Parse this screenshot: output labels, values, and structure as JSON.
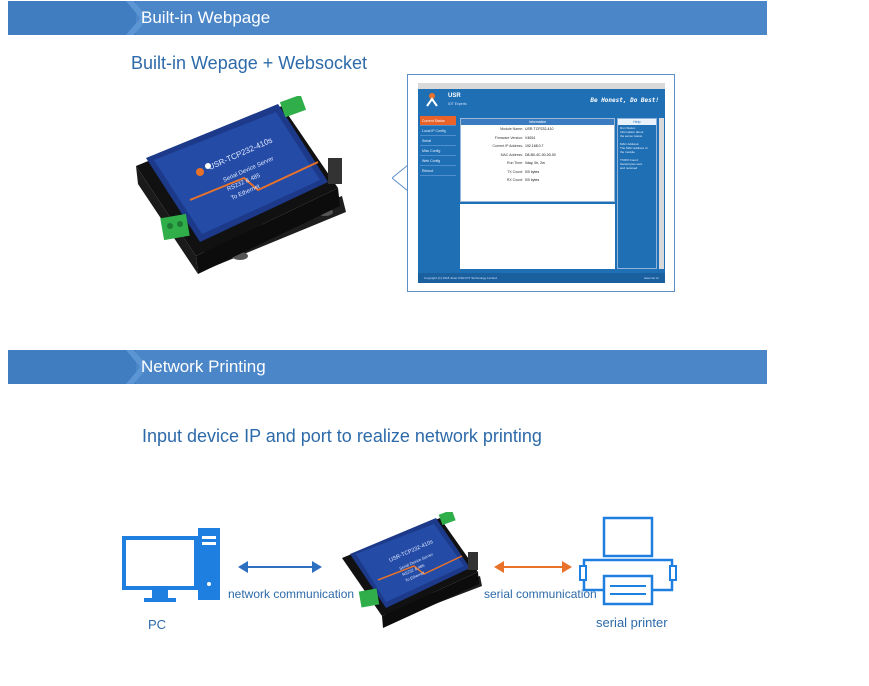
{
  "section1": {
    "banner": "Built-in  Webpage",
    "subtitle": "Built-in Wepage + Websocket",
    "device": {
      "model": "USR-TCP232-410s",
      "line1": "Serial Device Server",
      "line2": "RS232 & 485",
      "line3": "To Ethernet"
    },
    "webpage": {
      "brand": "USR",
      "brand_sub": "IOT Experts",
      "slogan": "Be Honest, Do Best!",
      "nav": [
        "Current Status",
        "Local IP Config",
        "Serial",
        "Misc Config",
        "Web Config",
        "Reboot"
      ],
      "panel_header": "Information",
      "rows": [
        {
          "k": "Module Name:",
          "v": "USR-TCP232-410"
        },
        {
          "k": "Firmware Version:",
          "v": "V4004"
        },
        {
          "k": "Current IP Address:",
          "v": "192.168.0.7"
        },
        {
          "k": "MAC Address:",
          "v": "D8-B0-4C-00-00-00"
        },
        {
          "k": "Run Time:",
          "v": "0day, 0h, 2m"
        },
        {
          "k": "TX Count:",
          "v": "0/0 bytes"
        },
        {
          "k": "RX Count:",
          "v": "0/0 bytes"
        }
      ],
      "help_header": "Help",
      "help_lines": [
        "Run Status:",
        "Information about",
        "the server status",
        "",
        "MAC Address:",
        "The MAC address of",
        "the module",
        "",
        "TX/RX Count:",
        "Serial bytes sent",
        "and received"
      ],
      "footer_left": "Copyright (C) 2018 Jinan USR IOT Technology Limited",
      "footer_right": "www.usr.cn"
    }
  },
  "section2": {
    "banner": "Network Printing",
    "subtitle": "Input device IP and port to realize network printing",
    "pc_label": "PC",
    "network_label": "network communication",
    "serial_label": "serial communication",
    "printer_label": "serial printer"
  },
  "colors": {
    "banner": "#4a86c8",
    "heading": "#2d6aa9",
    "pc_blue": "#1f7fe0",
    "net_arrow": "#2f6fc0",
    "serial_arrow": "#e8722a"
  }
}
